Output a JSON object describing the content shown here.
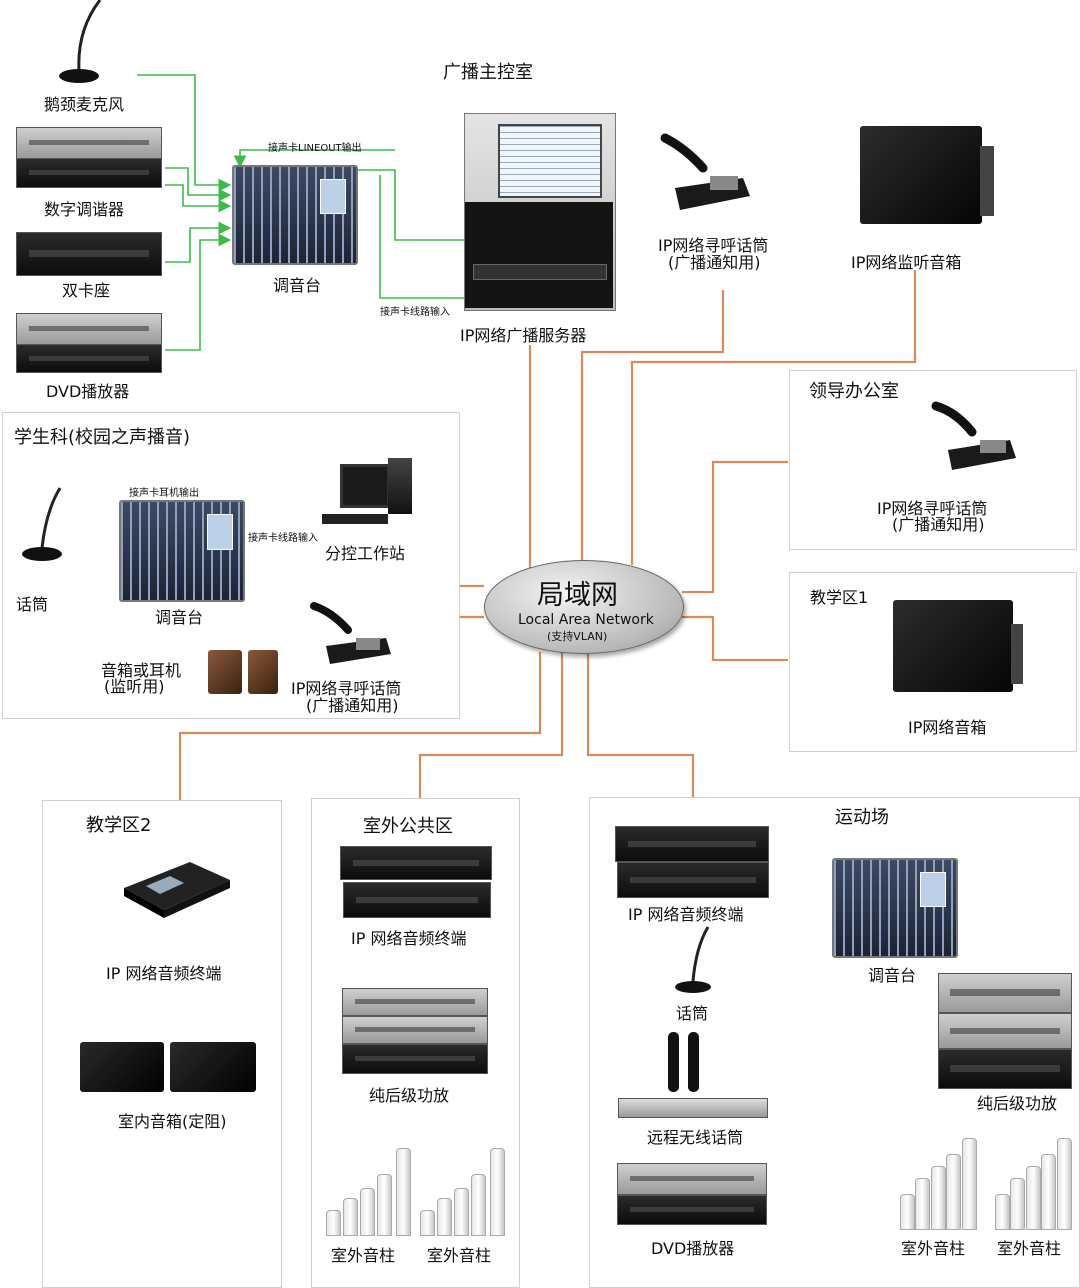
{
  "title_control_room": "广播主控室",
  "control_room": {
    "gooseneck_mic": "鹅颈麦克风",
    "tuner": "数字调谐器",
    "dual_deck": "双卡座",
    "dvd_player": "DVD播放器",
    "mixer": "调音台",
    "lineout_note": "接声卡LINEOUT输出",
    "linein_note": "接声卡线路输入",
    "server": "IP网络广播服务器",
    "paging_mic": "IP网络寻呼话筒",
    "paging_mic_sub": "(广播通知用)",
    "monitor_speaker": "IP网络监听音箱"
  },
  "lan": {
    "title": "局域网",
    "subtitle": "Local Area Network",
    "note": "(支持VLAN)"
  },
  "student_office": {
    "title": "学生科(校园之声播音)",
    "earphone_note": "接声卡耳机输出",
    "linein_note": "接声卡线路输入",
    "workstation": "分控工作站",
    "mic": "话筒",
    "mixer": "调音台",
    "speaker": "音箱或耳机",
    "speaker_sub": "(监听用)",
    "paging_mic": "IP网络寻呼话筒",
    "paging_mic_sub": "(广播通知用)"
  },
  "leader_office": {
    "title": "领导办公室",
    "paging_mic": "IP网络寻呼话筒",
    "paging_mic_sub": "(广播通知用)"
  },
  "teaching1": {
    "title": "教学区1",
    "speaker": "IP网络音箱"
  },
  "teaching2": {
    "title": "教学区2",
    "terminal": "IP 网络音频终端",
    "speaker": "室内音箱(定阻)"
  },
  "outdoor": {
    "title": "室外公共区",
    "terminal": "IP 网络音频终端",
    "amp": "纯后级功放",
    "column1": "室外音柱",
    "column2": "室外音柱"
  },
  "stadium": {
    "title": "运动场",
    "terminal": "IP 网络音频终端",
    "mic": "话筒",
    "wireless_mic": "远程无线话筒",
    "dvd": "DVD播放器",
    "mixer": "调音台",
    "amp": "纯后级功放",
    "column1": "室外音柱",
    "column2": "室外音柱"
  },
  "colors": {
    "audio_wire": "#3dbb4a",
    "network_wire": "#d98b5c",
    "panel_border": "#d0d0d0"
  }
}
